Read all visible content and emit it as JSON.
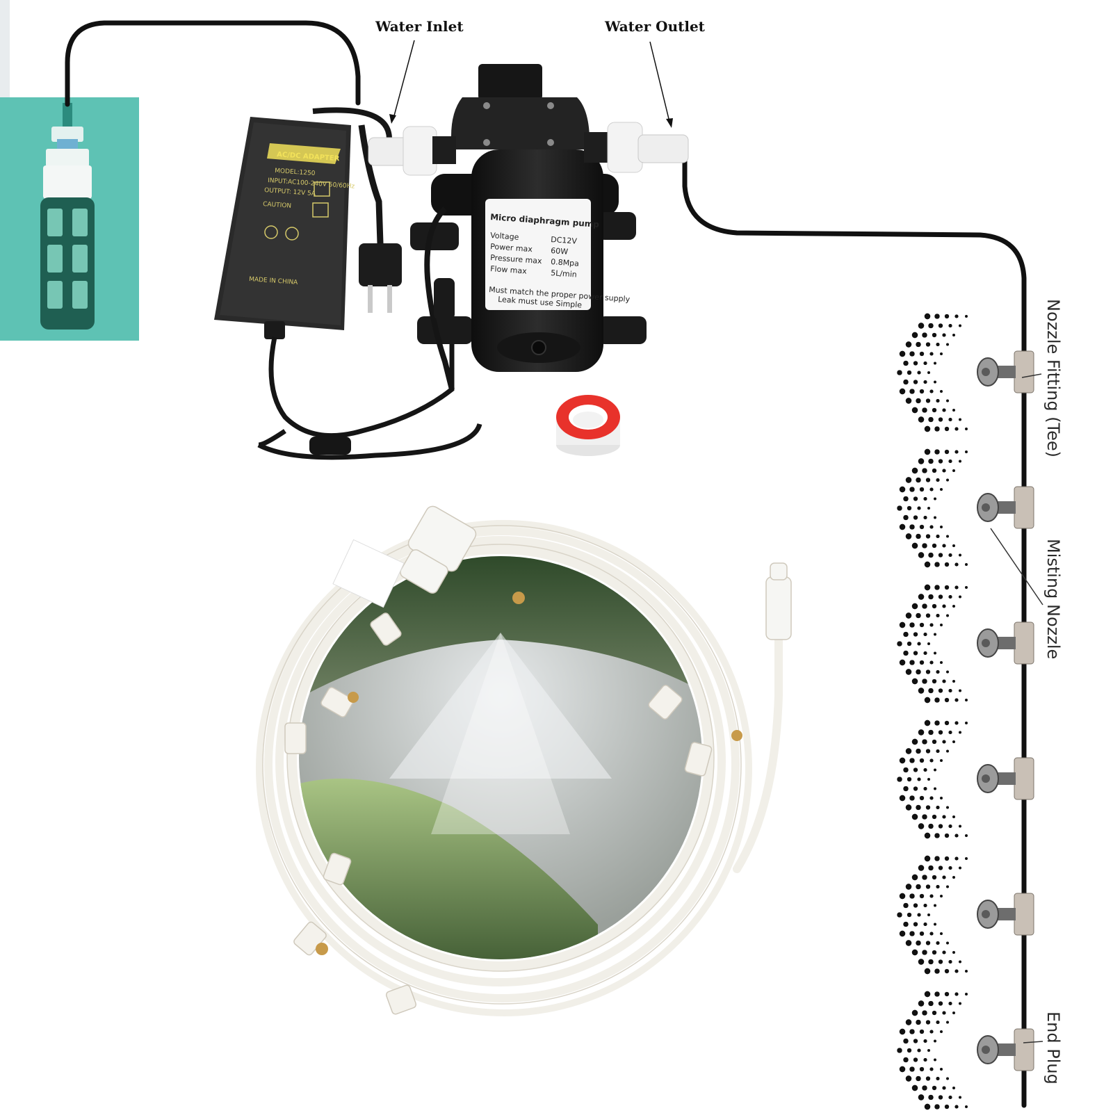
{
  "callouts": {
    "water_inlet": "Water Inlet",
    "water_outlet": "Water Outlet"
  },
  "side_labels": {
    "nozzle_fitting": "Nozzle Fitting (Tee)",
    "misting_nozzle": "Misting Nozzle",
    "end_plug": "End Plug"
  },
  "adapter": {
    "title": "AC/DC ADAPTER",
    "model": "MODEL:1250",
    "input": "INPUT:AC100-240V 50/60Hz",
    "output": "OUTPUT: 12V 5A",
    "caution": "CAUTION",
    "made_in": "MADE IN CHINA"
  },
  "pump_label": {
    "title": "Micro diaphragm pump",
    "rows": [
      {
        "key": "Voltage",
        "value": "DC12V"
      },
      {
        "key": "Power max",
        "value": "60W"
      },
      {
        "key": "Pressure max",
        "value": "0.8Mpa"
      },
      {
        "key": "Flow max",
        "value": "5L/min"
      }
    ],
    "footer1": "Must match the proper power supply",
    "footer2": "Leak must use Simple"
  },
  "colors": {
    "teal_panel": "#5ec2b4",
    "pump_body": "#1f1f1f",
    "tube": "#111111",
    "fitting_white": "#f0f0f0",
    "tee_fitting": "#c9c0b6",
    "tape_red": "#e8322b"
  }
}
